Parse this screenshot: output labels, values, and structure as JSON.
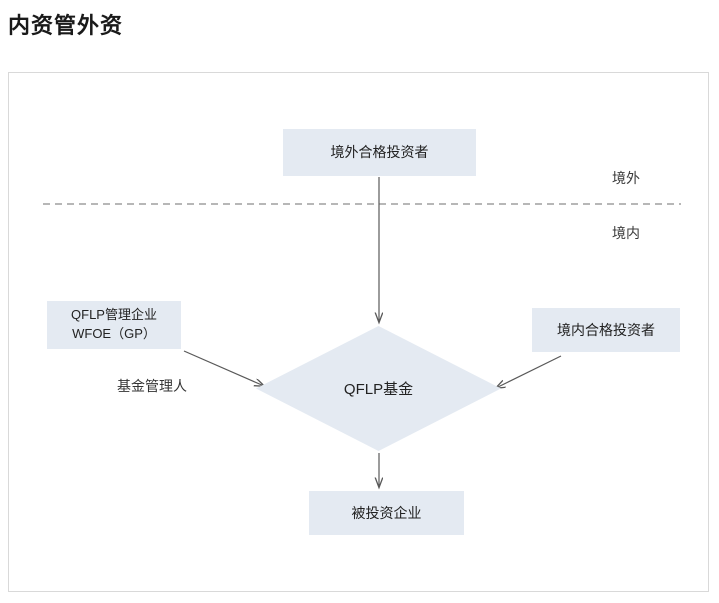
{
  "page": {
    "title": "内资管外资"
  },
  "diagram": {
    "type": "flow-diagram",
    "nodes": [
      {
        "id": "offshore-investor",
        "label": "境外合格投资者",
        "shape": "rect",
        "region": "offshore"
      },
      {
        "id": "qflp-manager",
        "label": "QFLP管理企业\nWFOE（GP）",
        "shape": "rect",
        "region": "onshore"
      },
      {
        "id": "onshore-investor",
        "label": "境内合格投资者",
        "shape": "rect",
        "region": "onshore"
      },
      {
        "id": "qflp-fund",
        "label": "QFLP基金",
        "shape": "diamond",
        "region": "onshore"
      },
      {
        "id": "invested-enterprise",
        "label": "被投资企业",
        "shape": "rect",
        "region": "onshore"
      }
    ],
    "edges": [
      {
        "from": "offshore-investor",
        "to": "qflp-fund",
        "label": ""
      },
      {
        "from": "qflp-manager",
        "to": "qflp-fund",
        "label": "基金管理人"
      },
      {
        "from": "onshore-investor",
        "to": "qflp-fund",
        "label": ""
      },
      {
        "from": "qflp-fund",
        "to": "invested-enterprise",
        "label": ""
      }
    ],
    "edge_labels": {
      "fund_manager": "基金管理人"
    },
    "region_labels": {
      "offshore": "境外",
      "onshore": "境内"
    },
    "divider": {
      "style": "dashed",
      "orientation": "horizontal"
    },
    "colors": {
      "node_fill": "#e4eaf2",
      "text": "#222222",
      "arrow": "#595959",
      "frame_border": "#d9d9d9",
      "divider": "#8c8c8c"
    }
  }
}
